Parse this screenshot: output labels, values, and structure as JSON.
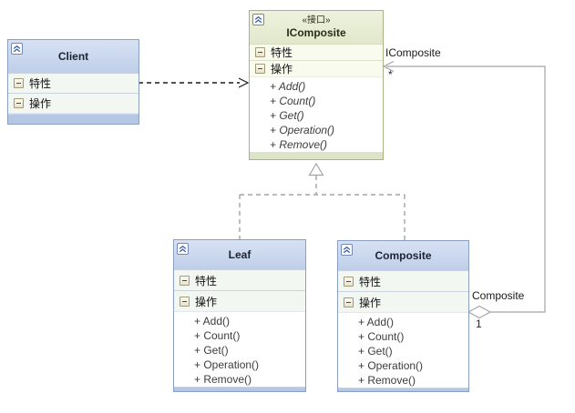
{
  "colors": {
    "blue_border": "#8aa0c2",
    "blue_header_top": "#d7e1f3",
    "blue_header_bottom": "#bfcfe9",
    "blue_footer": "#b5c7e4",
    "olive_border": "#abb088",
    "olive_header_top": "#eef2dd",
    "olive_header_bottom": "#e2e8cc",
    "olive_footer": "#dde4c6",
    "connector_gray": "#a3a3a3",
    "dependency_black": "#1a1a1a"
  },
  "classes": {
    "client": {
      "title": "Client",
      "attributes_label": "特性",
      "operations_label": "操作"
    },
    "icomposite": {
      "stereotype": "«接口»",
      "title": "IComposite",
      "attributes_label": "特性",
      "operations_label": "操作",
      "methods": [
        "+ Add()",
        "+ Count()",
        "+ Get()",
        "+ Operation()",
        "+ Remove()"
      ]
    },
    "leaf": {
      "title": "Leaf",
      "attributes_label": "特性",
      "operations_label": "操作",
      "methods": [
        "+ Add()",
        "+ Count()",
        "+ Get()",
        "+ Operation()",
        "+ Remove()"
      ]
    },
    "composite": {
      "title": "Composite",
      "attributes_label": "特性",
      "operations_label": "操作",
      "methods": [
        "+ Add()",
        "+ Count()",
        "+ Get()",
        "+ Operation()",
        "+ Remove()"
      ]
    }
  },
  "relationships": {
    "aggregation": {
      "target_role": "IComposite",
      "target_multiplicity": "*",
      "source_role": "Composite",
      "source_multiplicity": "1"
    }
  }
}
